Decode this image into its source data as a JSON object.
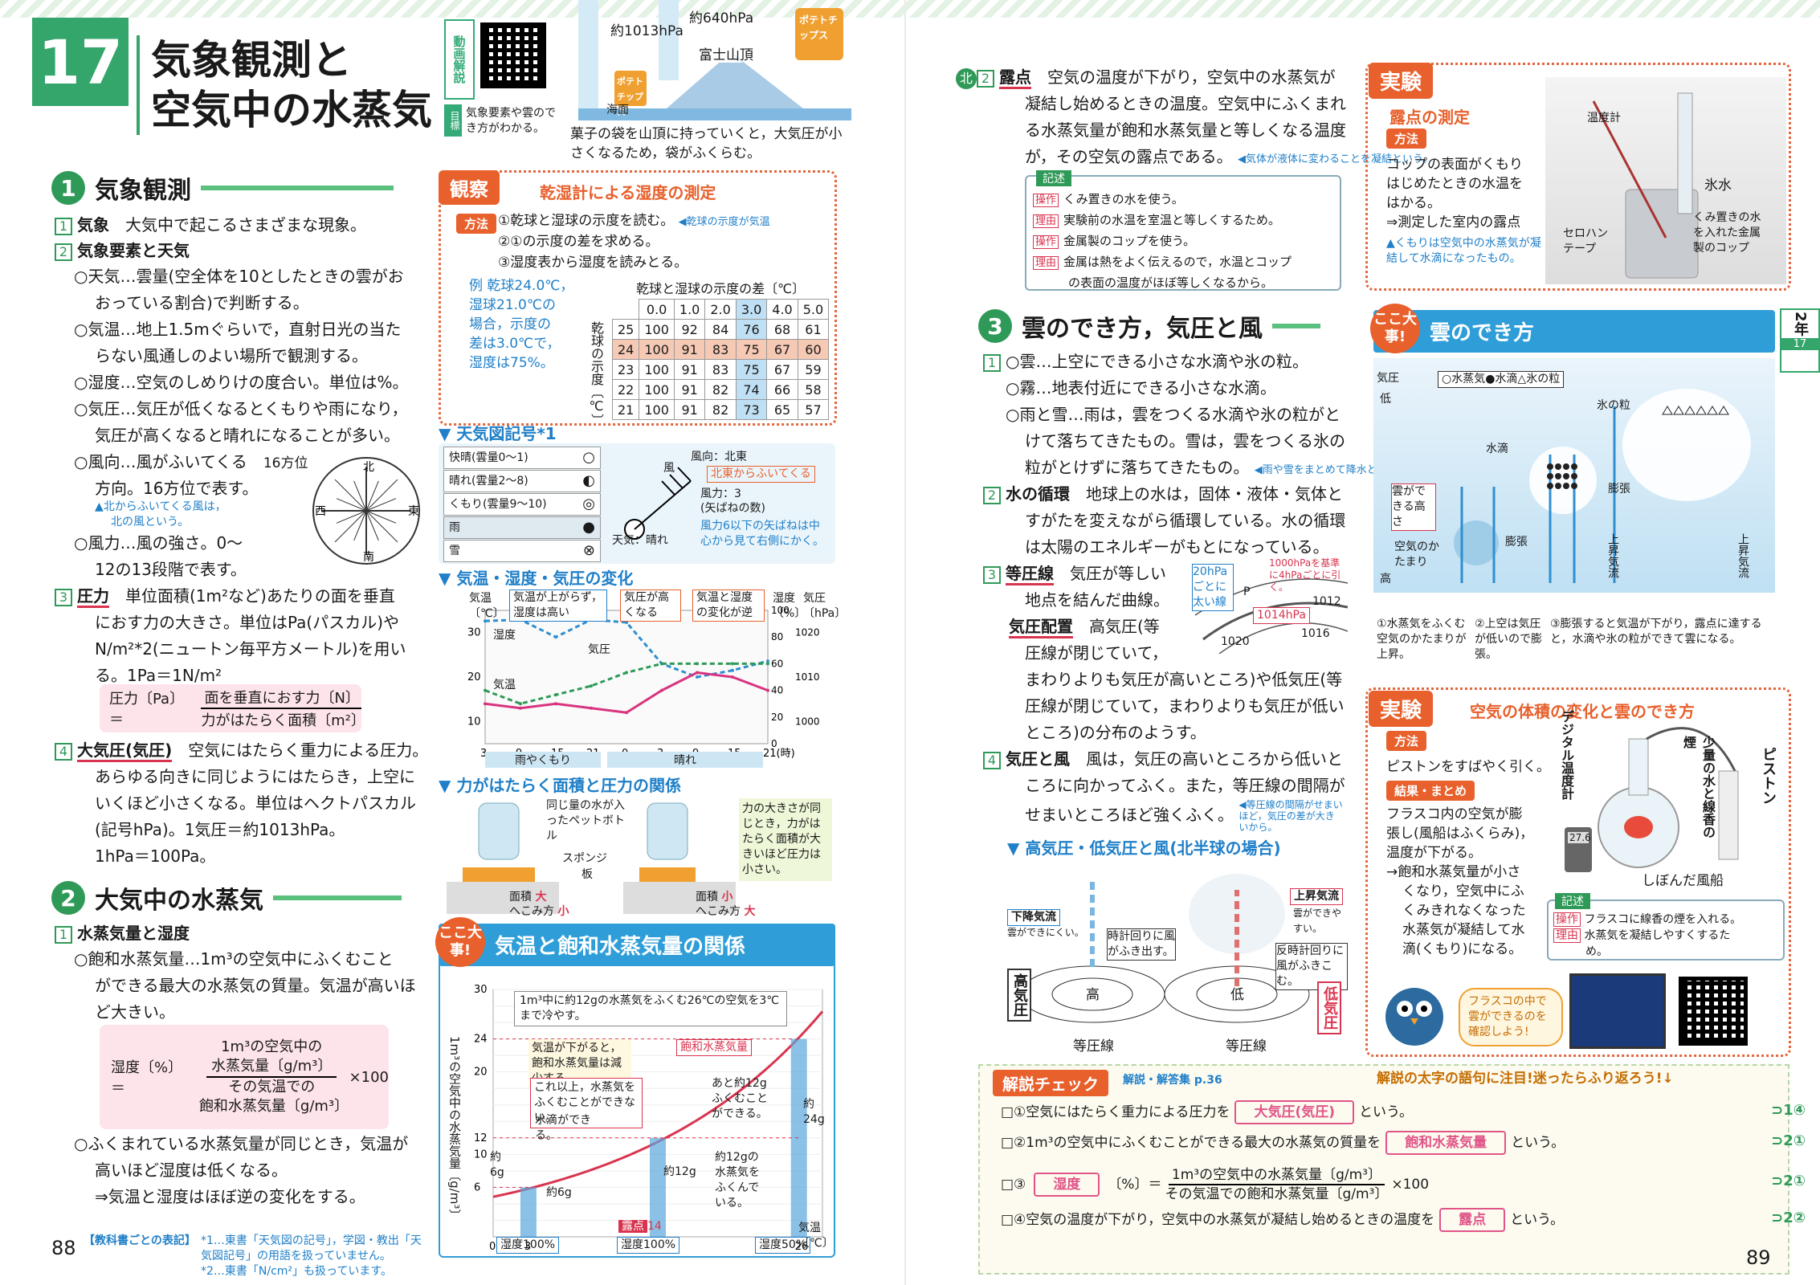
{
  "header": {
    "chapter_number": "17",
    "title_line1": "気象観測と",
    "title_line2": "空気中の水蒸気",
    "video_label": "動画解説",
    "goal_label": "目標",
    "goal_text": "気象要素や雲のでき方がわかる。"
  },
  "top_illust": {
    "pressure_low": "約1013hPa",
    "pressure_high": "約640hPa",
    "snack1": "ポテトチップス",
    "snack2": "ポテトチップス",
    "place_high": "富士山頂",
    "place_low": "海面",
    "caption": "菓子の袋を山頂に持っていくと，大気圧が小さくなるため，袋がふくらむ。"
  },
  "sec1": {
    "number": "1",
    "title": "気象観測",
    "i1": "気象",
    "i1_text": "大気中で起こるさまざまな現象。",
    "i2": "気象要素と天気",
    "weather": "○天気…雲量(空全体を10としたときの雲がお",
    "weather2": "おっている割合)で判断する。",
    "temp": "○気温…地上1.5mぐらいで，直射日光の当た",
    "temp2": "らない風通しのよい場所で観測する。",
    "humid": "○湿度…空気のしめりけの度合い。単位は%。",
    "press": "○気圧…気圧が低くなるとくもりや雨になり，",
    "press2": "気圧が高くなると晴れになることが多い。",
    "wdir": "○風向…風がふいてくる",
    "wdir_tail": "16方位",
    "wdir2": "方向。16方位で表す。",
    "wdir_note1": "▲北からふいてくる風は，",
    "wdir_note2": "北の風という。",
    "wpow": "○風力…風の強さ。0～",
    "wpow2": "12の13段階で表す。",
    "compass_n": "北",
    "compass_s": "南",
    "compass_e": "東",
    "compass_w": "西",
    "i3": "圧力",
    "i3_text": "単位面積(1m²など)あたりの面を垂直",
    "i3_2": "におす力の大きさ。単位はPa(パスカル)や",
    "i3_3": "N/m²*2(ニュートン毎平方メートル)を用い",
    "i3_4": "る。1Pa＝1N/m²",
    "f_label": "圧力〔Pa〕＝",
    "f_num": "面を垂直におす力〔N〕",
    "f_den": "力がはたらく面積〔m²〕",
    "i4": "大気圧(気圧)",
    "i4_text": "空気にはたらく重力による圧力。",
    "i4_2": "あらゆる向きに同じようにはたらき，上空に",
    "i4_3": "いくほど小さくなる。単位はヘクトパスカル",
    "i4_4": "(記号hPa)。1気圧＝約1013hPa。",
    "i4_5": "1hPa＝100Pa。"
  },
  "sec2": {
    "number": "2",
    "title": "大気中の水蒸気",
    "i1": "水蒸気量と湿度",
    "sat": "○飽和水蒸気量…1m³の空気中にふくむこと",
    "sat2": "ができる最大の水蒸気の質量。気温が高いほ",
    "sat3": "ど大きい。",
    "h_label": "湿度〔%〕＝",
    "h_num1": "1m³の空気中の",
    "h_num2": "水蒸気量〔g/m³〕",
    "h_den1": "その気温での",
    "h_den2": "飽和水蒸気量〔g/m³〕",
    "h_mul": "×100",
    "note1": "○ふくまれている水蒸気量が同じとき，気温が",
    "note2": "高いほど湿度は低くなる。",
    "note3": "⇒気温と湿度はほぼ逆の変化をする。"
  },
  "observe": {
    "label": "観察",
    "title": "乾湿計による湿度の測定",
    "method": "方法",
    "s1": "①乾球と湿球の示度を読む。",
    "s1_note": "◀乾球の示度が気温",
    "s2": "②①の示度の差を求める。",
    "s3": "③湿度表から湿度を読みとる。",
    "ex": [
      "例 乾球24.0℃，",
      "湿球21.0℃の",
      "場合，示度の",
      "差は3.0℃で，",
      "湿度は75%。"
    ],
    "table_head": "乾球と湿球の示度の差〔℃〕",
    "diffs": [
      "0.0",
      "1.0",
      "2.0",
      "3.0",
      "4.0",
      "5.0"
    ],
    "side": "乾球の示度〔℃〕",
    "rows": [
      [
        "25",
        "100",
        "92",
        "84",
        "76",
        "68",
        "61"
      ],
      [
        "24",
        "100",
        "91",
        "83",
        "75",
        "67",
        "60"
      ],
      [
        "23",
        "100",
        "91",
        "83",
        "75",
        "67",
        "59"
      ],
      [
        "22",
        "100",
        "91",
        "82",
        "74",
        "66",
        "58"
      ],
      [
        "21",
        "100",
        "91",
        "82",
        "73",
        "65",
        "57"
      ]
    ]
  },
  "symbols": {
    "title": "▼ 天気図記号*1",
    "rows": [
      "快晴(雲量0～1)",
      "晴れ(雲量2～8)",
      "くもり(雲量9～10)",
      "雨",
      "雪"
    ],
    "wind_dir": "風向：北東",
    "wind_from": "北東からふいてくる",
    "wind": "風",
    "force": "風力：3",
    "force2": "(矢ばねの数)",
    "weather": "天気：晴れ",
    "note": "風力6以下の矢ばねは中心から見て右側にかく。"
  },
  "change": {
    "title": "▼ 気温・湿度・気圧の変化",
    "y1": "気温〔℃〕",
    "y2": "湿度〔%〕",
    "y3": "気圧〔hPa〕",
    "c1": "気温が上がらず，湿度は高い",
    "c2": "気圧が高くなる",
    "c3": "気温と湿度の変化が逆",
    "l_hum": "湿度",
    "l_press": "気圧",
    "l_temp": "気温",
    "xt": [
      "3",
      "9",
      "15",
      "21",
      "0",
      "3",
      "9",
      "15",
      "21(時)"
    ],
    "yt_t": [
      "30",
      "20",
      "10"
    ],
    "yt_h": [
      "100",
      "80",
      "60",
      "40",
      "20",
      "0"
    ],
    "yt_p": [
      "1020",
      "1010",
      "1000"
    ],
    "band1": "雨やくもり",
    "band2": "晴れ"
  },
  "chart_data": {
    "type": "line",
    "title": "気温・湿度・気圧の変化",
    "x": [
      "3",
      "9",
      "15",
      "21",
      "0",
      "3",
      "9",
      "15",
      "21"
    ],
    "series": [
      {
        "name": "湿度",
        "values": [
          92,
          93,
          80,
          93,
          91,
          60,
          50,
          55,
          62
        ]
      },
      {
        "name": "気圧",
        "values": [
          1007,
          1004,
          1006,
          1008,
          1011,
          1013,
          1013,
          1013,
          1013
        ]
      },
      {
        "name": "気温",
        "values": [
          14,
          13,
          14,
          13,
          12,
          17,
          21,
          20,
          17
        ]
      }
    ]
  },
  "force_area": {
    "title": "▼ 力がはたらく面積と圧力の関係",
    "l1": "同じ量の水が入ったペットボトル",
    "l2": "スポンジ",
    "l3": "板",
    "a1": "面積",
    "b1": "大",
    "h1": "へこみ方",
    "v1": "小",
    "a2": "面積",
    "b2": "小",
    "h2": "へこみ方",
    "v2": "大",
    "note": "力の大きさが同じとき，力がはたらく面積が大きいほど圧力は小さい。"
  },
  "sat_graph": {
    "badge": "ここ大事!",
    "title": "気温と飽和水蒸気量の関係",
    "ylabel": "1m³の空気中の水蒸気量〔g/m³〕",
    "xlabel": "気温〔℃〕",
    "b1": "1m³中に約12gの水蒸気をふくむ26℃の空気を3℃まで冷やす。",
    "b2": "気温が下がると，飽和水蒸気量は減少する。",
    "curve": "飽和水蒸気量",
    "b3": "これ以上，水蒸気をふくむことができない。",
    "b4": "水滴ができる。",
    "b5": "約6g",
    "b6": "約6g",
    "b7": "約12g",
    "b8": "約12gの水蒸気をふくんでいる。",
    "b9": "あと約12gふくむことができる。",
    "b10": "約24g",
    "dew": "露点",
    "dew_x": "14",
    "xt": [
      "0",
      "3",
      "26"
    ],
    "yt": [
      "30",
      "24",
      "20",
      "12",
      "10",
      "6"
    ],
    "h1": "湿度100%",
    "h2": "湿度100%",
    "h3": "湿度50%"
  },
  "dew": {
    "num": "2",
    "title": "露点",
    "t1": "空気の温度が下がり，空気中の水蒸気が",
    "t2": "凝結し始めるときの温度。空気中にふくまれ",
    "t3": "る水蒸気量が飽和水蒸気量と等しくなる温度",
    "t4": "が，その空気の露点である。",
    "note": "◀気体が液体に変わることを凝結という。",
    "rec": "記述",
    "op1": "操作",
    "op1_t": "くみ置きの水を使う。",
    "r1": "理由",
    "r1_t": "実験前の水温を室温と等しくするため。",
    "op2": "操作",
    "op2_t": "金属製のコップを使う。",
    "r2": "理由",
    "r2_t": "金属は熱をよく伝えるので，水温とコップ",
    "r2_t2": "の表面の温度がほぼ等しくなるから。"
  },
  "exp1": {
    "label": "実験",
    "title": "露点の測定",
    "method": "方法",
    "m1": "コップの表面がくもり",
    "m2": "はじめたときの水温を",
    "m3": "はかる。",
    "m4": "⇒測定した室内の露点",
    "note": "▲くもりは空気中の水蒸気が凝結して水滴になったもの。",
    "thermo": "温度計",
    "ice": "氷水",
    "tape": "セロハンテープ",
    "cup": "くみ置きの水を入れた金属製のコップ"
  },
  "sec3": {
    "number": "3",
    "title": "雲のでき方，気圧と風",
    "cloud": "○雲…上空にできる小さな水滴や氷の粒。",
    "fog": "○霧…地表付近にできる小さな水滴。",
    "rain": "○雨と雪…雨は，雲をつくる水滴や氷の粒がと",
    "rain2": "けて落ちてきたもの。雪は，雲をつくる氷の",
    "rain3": "粒がとけずに落ちてきたもの。",
    "rain_note": "◀雨や雪をまとめて降水という。",
    "wc": "水の循環",
    "wc_t": "地球上の水は，固体・液体・気体と",
    "wc2": "すがたを変えながら循環している。水の循環",
    "wc3": "は太陽のエネルギーがもとになっている。",
    "iso": "等圧線",
    "iso_t": "気圧が等しい",
    "iso2": "地点を結んだ曲線。",
    "iso3": "気圧配置",
    "iso3b": "高気圧(等",
    "iso4": "圧線が閉じていて，",
    "iso5": "まわりよりも気圧が高いところ)や低気圧(等",
    "iso6": "圧線が閉じていて，まわりよりも気圧が低い",
    "iso7": "ところ)の分布のようす。",
    "iso_note": "20hPaごとに太い線",
    "iso_note2": "1000hPaを基準に4hPaごとに引く。",
    "p1012": "1012",
    "p1016": "1016",
    "p1020": "1020",
    "p1014": "1014hPa",
    "pP": "P",
    "wind": "気圧と風",
    "wind_t": "風は，気圧の高いところから低いと",
    "wind2": "ころに向かってふく。また，等圧線の間隔が",
    "wind3": "せまいところほど強くふく。",
    "wind_note": "◀等圧線の間隔がせまいほど，気圧の差が大きいから。",
    "hl_title": "▼ 高気圧・低気圧と風(北半球の場合)",
    "down": "下降気流",
    "down2": "雲ができにくい。",
    "up": "上昇気流",
    "up2": "雲ができやすい。",
    "cw": "時計回りに風がふき出す。",
    "ccw": "反時計回りに風がふきこむ。",
    "high": "高",
    "low": "低",
    "high_label": "高気圧",
    "low_label": "低気圧",
    "iso_a": "等圧線",
    "iso_b": "等圧線"
  },
  "cloud_fig": {
    "badge": "ここ大事!",
    "title": "雲のでき方",
    "legend": "○水蒸気●水滴△氷の粒",
    "press": "気圧",
    "low": "低",
    "high": "高",
    "ice": "氷の粒",
    "drop": "水滴",
    "cloud_h": "雲ができる高さ",
    "mass": "空気のかたまり",
    "exp1": "膨張",
    "exp2": "膨張",
    "up1": "上昇気流",
    "up2": "上昇気流",
    "c1": "①水蒸気をふくむ空気のかたまりが上昇。",
    "c2": "②上空は気圧が低いので膨張。",
    "c3": "③膨張すると気温が下がり，露点に達すると，水滴や氷の粒ができて雲になる。"
  },
  "exp2": {
    "label": "実験",
    "title": "空気の体積の変化と雲のでき方",
    "method": "方法",
    "m1": "ピストンをすばやく引く。",
    "res": "結果・まとめ",
    "r1": "フラスコ内の空気が膨",
    "r2": "張し(風船はふくらみ)，",
    "r3": "温度が下がる。",
    "r4": "→飽和水蒸気量が小さ",
    "r5": "くなり，空気中にふ",
    "r6": "くみきれなくなった",
    "r7": "水蒸気が凝結して水",
    "r8": "滴(くもり)になる。",
    "digital": "デジタル温度計",
    "smoke": "少量の水と線香の煙",
    "piston": "ピストン",
    "balloon": "しぼんだ風船",
    "reading": "27.6",
    "rec": "記述",
    "op": "操作",
    "op_t": "フラスコに線香の煙を入れる。",
    "rs": "理由",
    "rs_t": "水蒸気を凝結しやすくするた",
    "rs_t2": "め。",
    "bubble": "フラスコの中で雲ができるのを確認しよう!"
  },
  "side_tab": {
    "grade": "2年",
    "num": "17"
  },
  "check": {
    "title": "解説チェック",
    "ref": "解説・解答集 p.36",
    "tip": "解説の太字の語句に注目!迷ったらふり返ろう!↓",
    "q1a": "□①空気にはたらく重力による圧力を",
    "q1ans": "大気圧(気圧)",
    "q1b": "という。",
    "q1r": "⊃1④",
    "q2a": "□②1m³の空気中にふくむことができる最大の水蒸気の質量を",
    "q2ans": "飽和水蒸気量",
    "q2b": "という。",
    "q2r": "⊃2①",
    "q3a": "□③",
    "q3ans": "湿度",
    "q3b": "〔%〕＝",
    "q3num": "1m³の空気中の水蒸気量〔g/m³〕",
    "q3den": "その気温での飽和水蒸気量〔g/m³〕",
    "q3c": "×100",
    "q3r": "⊃2①",
    "q4a": "□④空気の温度が下がり，空気中の水蒸気が凝結し始めるときの温度を",
    "q4ans": "露点",
    "q4b": "という。",
    "q4r": "⊃2②"
  },
  "footer": {
    "left_page": "88",
    "right_page": "89",
    "tb": "【教科書ごとの表記】",
    "f1": "*1…東書「天気図の記号」，学図・教出「天気図記号」の用語を扱っていません。",
    "f2": "*2…東書「N/cm²」も扱っています。"
  }
}
